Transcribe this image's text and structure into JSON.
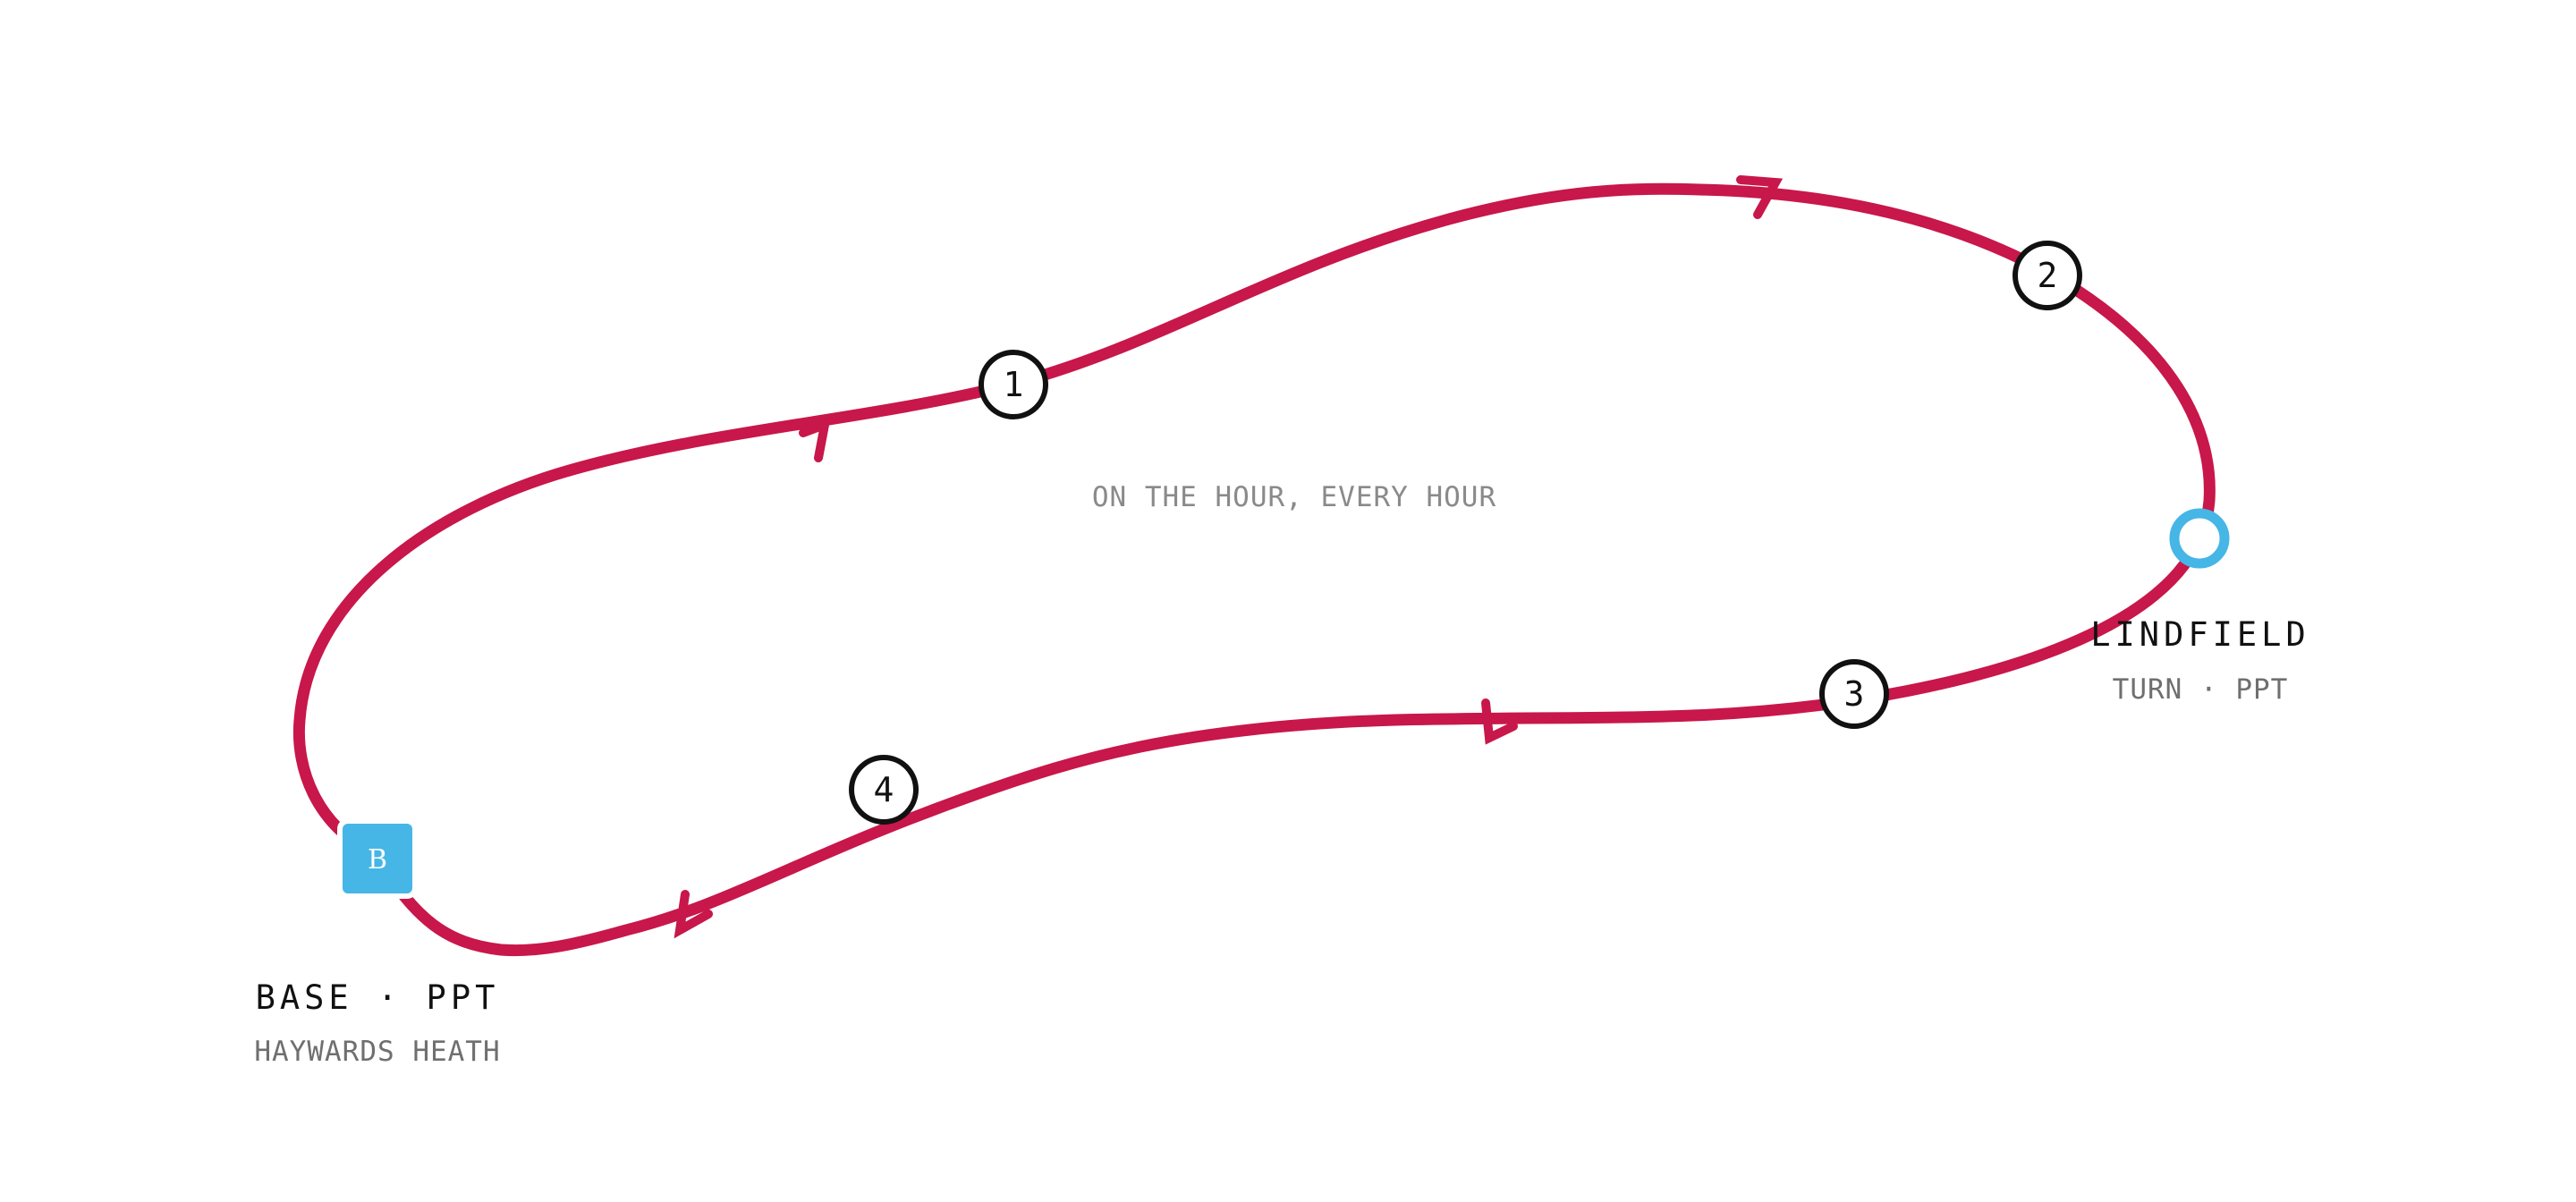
{
  "colors": {
    "route": "#c8174a",
    "station": "#45b6e6",
    "stop_outline": "#111111",
    "stop_fill": "#ffffff"
  },
  "caption": "ON THE HOUR, EVERY HOUR",
  "base": {
    "icon_letter": "B",
    "title": "BASE · PPT",
    "subtitle": "HAYWARDS HEATH"
  },
  "terminus": {
    "title": "LINDFIELD",
    "subtitle": "TURN · PPT"
  },
  "stops": [
    "1",
    "2",
    "3",
    "4"
  ]
}
